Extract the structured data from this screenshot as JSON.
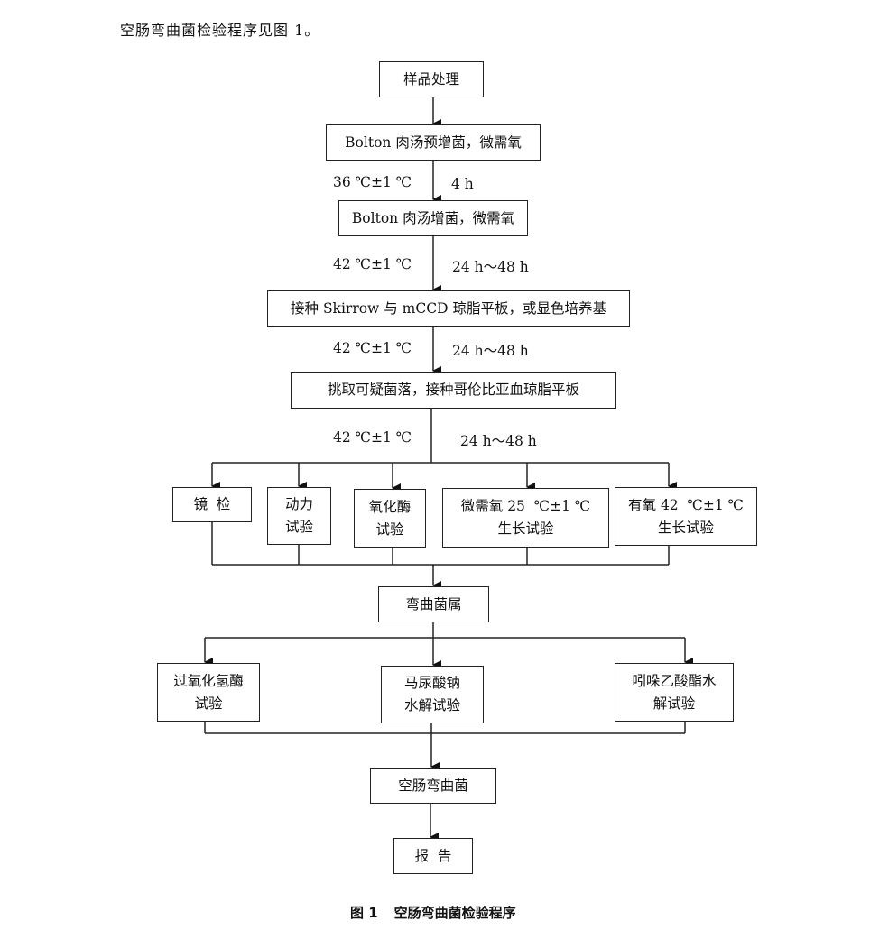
{
  "intro_text": "空肠弯曲菌检验程序见图 1。",
  "nodes": {
    "sample": "样品处理",
    "pre_enrich": "Bolton 肉汤预增菌，微需氧",
    "enrich": "Bolton 肉汤增菌，微需氧",
    "plate": "接种 Skirrow  与 mCCD 琼脂平板，或显色培养基",
    "pick": "挑取可疑菌落，接种哥伦比亚血琼脂平板",
    "microscopy": "镜  检",
    "motility": [
      "动力",
      "试验"
    ],
    "oxidase": [
      "氧化酶",
      "试验"
    ],
    "micro_growth": [
      "微需氧 25  ℃±1 ℃",
      "生长试验"
    ],
    "aerobic_growth": [
      "有氧 42  ℃±1 ℃",
      "生长试验"
    ],
    "genus": "弯曲菌属",
    "catalase": [
      "过氧化氢酶",
      "试验"
    ],
    "hippurate": [
      "马尿酸钠",
      "水解试验"
    ],
    "indoxyl": [
      "吲哚乙酸酯水",
      "解试验"
    ],
    "jejuni": "空肠弯曲菌",
    "report": "报  告"
  },
  "conditions": {
    "step1": {
      "temp": "36 ℃±1 ℃",
      "time": "4 h"
    },
    "step2": {
      "temp": "42 ℃±1 ℃",
      "time": "24 h～48 h"
    },
    "step3": {
      "temp": "42 ℃±1 ℃",
      "time": "24 h～48 h"
    },
    "step4": {
      "temp": "42 ℃±1 ℃",
      "time": "24 h～48 h"
    }
  },
  "caption": {
    "number": "图 1",
    "title": "空肠弯曲菌检验程序"
  }
}
